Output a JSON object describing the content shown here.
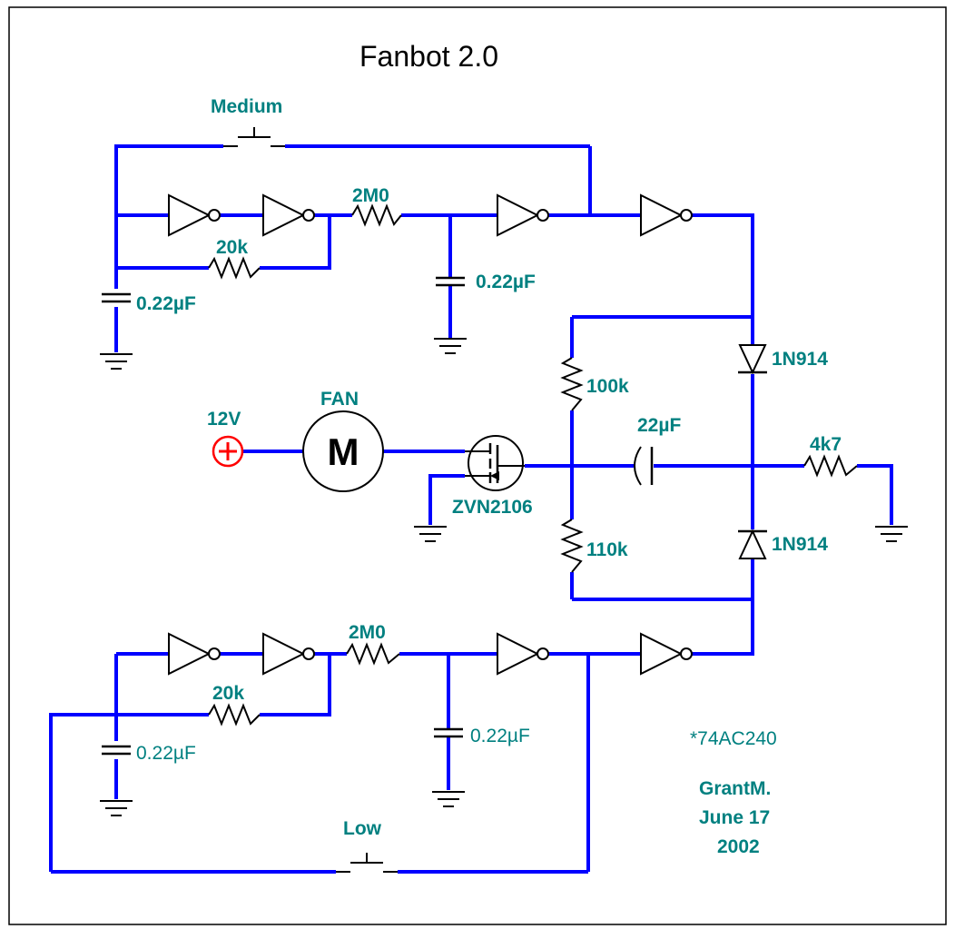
{
  "title": "Fanbot 2.0",
  "labels": {
    "medium": "Medium",
    "low": "Low",
    "res_2m0_top": "2M0",
    "res_20k_top": "20k",
    "cap_top_left": "0.22µF",
    "cap_top_mid": "0.22µF",
    "res_2m0_bot": "2M0",
    "res_20k_bot": "20k",
    "cap_bot_left": "0.22µF",
    "cap_bot_mid": "0.22µF",
    "res_100k": "100k",
    "res_110k": "110k",
    "cap_22uf": "22µF",
    "diode_top": "1N914",
    "diode_bot": "1N914",
    "res_4k7": "4k7",
    "supply": "12V",
    "fan": "FAN",
    "motor": "M",
    "mosfet": "ZVN2106",
    "ic_note": "*74AC240",
    "author": "GrantM.",
    "date": "June 17",
    "year": "2002"
  },
  "colors": {
    "wire": "#0000ff",
    "label": "#008080",
    "supply": "#ff0000"
  }
}
